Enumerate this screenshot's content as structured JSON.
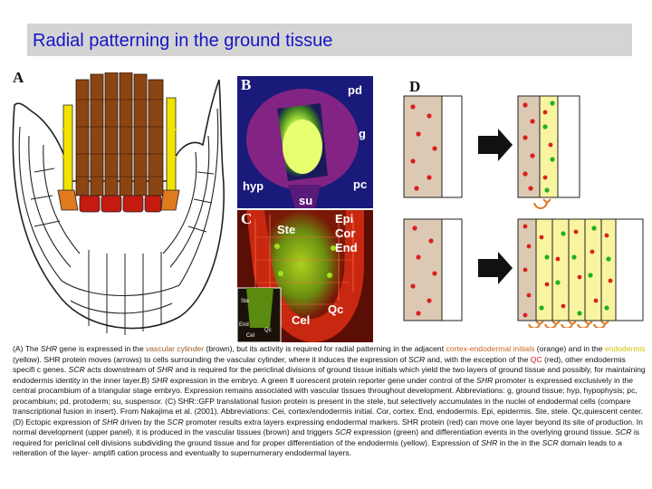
{
  "slide": {
    "title": "Radial patterning in the ground tissue"
  },
  "panels": {
    "a": "A",
    "b": "B",
    "c": "C",
    "d": "D"
  },
  "panel_b_labels": {
    "pd": "pd",
    "g": "g",
    "pc": "pc",
    "hyp": "hyp",
    "su": "su"
  },
  "panel_c_labels": {
    "ste": "Ste",
    "epi": "Epi",
    "cor": "Cor",
    "end": "End",
    "cel": "Cel",
    "qc": "Qc",
    "inset_ste": "Ste",
    "inset_end": "End",
    "inset_cel": "Cel",
    "inset_qc": "Qc"
  },
  "caption": {
    "p1": "(A) The ",
    "p2": "SHR",
    "p3": " gene is expressed in the ",
    "p4": "vascular cylinder",
    "p5": " (brown), but its activity is required for radial patterning in the adjacent ",
    "p6": "cortex-endodermal initials",
    "p7": " (orange) and in the ",
    "p8": "endodermis",
    "p9": " (yellow). SHR protein moves (arrows) to cells surrounding the vascular cylinder, where it induces the expression of ",
    "p10": "SCR",
    "p11": " and, with the exception of the ",
    "p12": "QC",
    "p13": " (red), other endodermis specifi c genes. ",
    "p14": "SCR",
    "p15": " acts downstream of ",
    "p16": "SHR",
    "p17": " and is required for the periclinal divisions of ground tissue initials which yield the two layers of ground tissue and possibly, for maintaining endodermis identity in the inner layer.B) ",
    "p18": "SHR",
    "p19": " expression in the embryo. A green fl uorescent protein reporter gene under control of the ",
    "p20": "SHR",
    "p21": " promoter is expressed exclusively in the central procambium of a triangular stage embryo. Expression remains associated with vascular tissues throughout development. Abbreviations: g, ground tissue; hyp, hypophysis; pc, procambium; pd, protoderm; su, suspensor. (C) SHR::GFP translational fusion protein is present in the stele, but selectively accumulates in the nuclei of endodermal cells (compare transcriptional fusion in insert). From Nakajima et al. (2001). Abbreviations: Cei, cortex/endodermis initial. Cor, cortex. End, endodermis. Epi, epidermis. Ste, stele. Qc,quiescent center. (D) Ectopic expression of ",
    "p22": "SHR",
    "p23": " driven by the ",
    "p24": "SCR",
    "p25": " promoter results extra layers expressing endodermal markers. SHR protein (red) can move one layer beyond its site of production. In normal development (upper panel), it is produced in the vascular tissues (brown) and triggers ",
    "p26": "SCR",
    "p27": " expression (green) and differentiation events in the overlying ground tissue. ",
    "p28": "SCR",
    "p29": " is required for periclinal cell divisions subdividing the ground tissue and for proper differentiation of the endodermis (yellow). Expression of ",
    "p30": "SHR",
    "p31": " in the in the ",
    "p32": "SCR",
    "p33": " domain leads to a reiteration of the layer- amplifi cation process and eventually to supernumerary endodermal layers."
  },
  "colors": {
    "title": "#1515c8",
    "vascular_brown": "#8b4513",
    "initials_orange": "#e07a1e",
    "endodermis_yellow": "#f2e200",
    "qc_red": "#c41a10",
    "tissue_tan": "#dcc9b4",
    "shr_red": "#d82020",
    "scr_green": "#20b020",
    "pale_yellow": "#f8f4a0",
    "arrow_orange": "#e07820"
  }
}
